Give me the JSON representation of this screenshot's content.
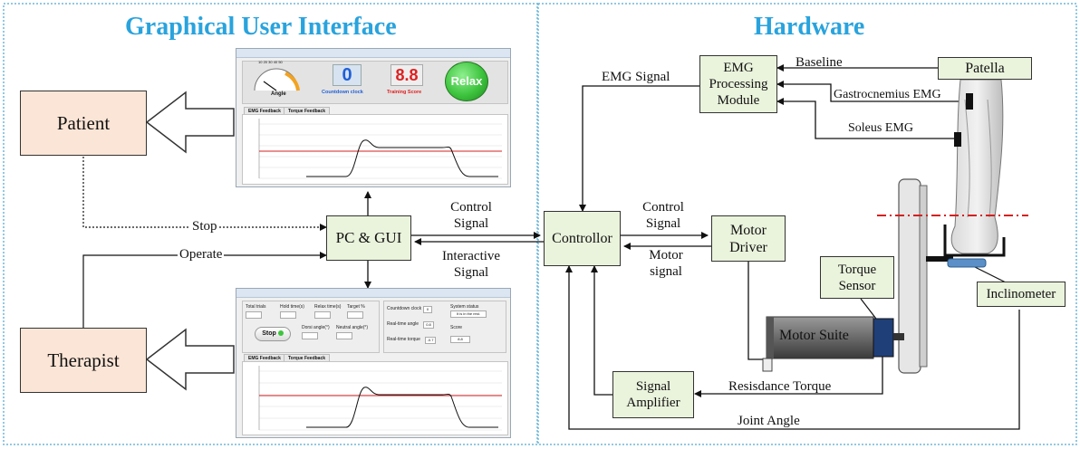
{
  "sections": {
    "gui_title": "Graphical User Interface",
    "hardware_title": "Hardware"
  },
  "nodes": {
    "patient": "Patient",
    "therapist": "Therapist",
    "pc_gui": "PC & GUI",
    "controller": "Controllor",
    "motor_driver": [
      "Motor",
      "Driver"
    ],
    "emg_module": [
      "EMG",
      "Processing",
      "Module"
    ],
    "patella": "Patella",
    "motor_suite": "Motor Suite",
    "torque_sensor": [
      "Torque",
      "Sensor"
    ],
    "inclinometer": "Inclinometer",
    "signal_amplifier": [
      "Signal",
      "Amplifier"
    ]
  },
  "edges": {
    "stop": "Stop",
    "operate": "Operate",
    "control_signal_gui": [
      "Control",
      "Signal"
    ],
    "interactive_signal": [
      "Interactive",
      "Signal"
    ],
    "control_signal_ctrl": [
      "Control",
      "Signal"
    ],
    "motor_signal": [
      "Motor",
      "signal"
    ],
    "emg_signal": "EMG Signal",
    "baseline": "Baseline",
    "gastrocnemius_emg": "Gastrocnemius EMG",
    "soleus_emg": "Soleus EMG",
    "resistance_torque": "Resisdance Torque",
    "joint_angle": "Joint Angle"
  },
  "screenshot_top": {
    "angle_label": "Angle",
    "countdown_value": "0",
    "countdown_label": "Countdown clock",
    "score_value": "8.8",
    "score_label": "Training Score",
    "relax_button": "Relax",
    "tab1": "EMG Feedback",
    "tab2": "Torque Feedback",
    "gauge_ticks": [
      "10",
      "20",
      "30",
      "40",
      "50"
    ]
  },
  "screenshot_bottom": {
    "fields": [
      "Total trials",
      "Hold time(s)",
      "Relax time(s)",
      "Target %"
    ],
    "field2": [
      "Dorsi angle(°)",
      "Neutral angle(°)"
    ],
    "stop_button": "Stop",
    "countdown_clock": "Countdown clock",
    "countdown_value": "0",
    "system_status": "System status",
    "status_value": "It is in the rest.",
    "realtime_angle": "Real-time angle",
    "angle_value": "0.8",
    "score": "Score",
    "realtime_torque": "Real-time torque",
    "torque_value": "-0.7",
    "score_value": "8.8",
    "tab1": "EMG Feedback",
    "tab2": "Torque Feedback"
  },
  "colors": {
    "section_title": "#29a3dd",
    "node_fill_green": "#eaf3dc",
    "node_fill_peach": "#fbe5d6",
    "countdown_blue": "#1f5fd6",
    "score_red": "#e02020",
    "relax_green": "#3ec43e",
    "axis_dash": "#d42020",
    "dotted_border": "#6fb7d8"
  }
}
